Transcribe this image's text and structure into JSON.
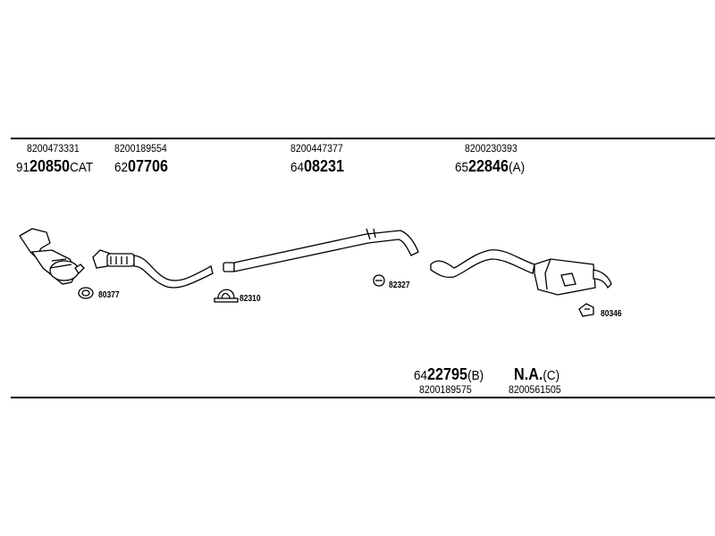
{
  "parts": [
    {
      "oem": "8200473331",
      "prefix": "91",
      "number": "20850",
      "suffix": "CAT"
    },
    {
      "oem": "8200189554",
      "prefix": "62",
      "number": "07706",
      "suffix": ""
    },
    {
      "oem": "8200447377",
      "prefix": "64",
      "number": "08231",
      "suffix": ""
    },
    {
      "oem": "8200230393",
      "prefix": "65",
      "number": "22846",
      "suffix": "(A)"
    },
    {
      "oem": "8200189575",
      "prefix": "64",
      "number": "22795",
      "suffix": "(B)"
    },
    {
      "oem": "8200561505",
      "prefix": "",
      "number": "N.A.",
      "suffix": "(C)"
    }
  ],
  "small_parts": [
    "80377",
    "82310",
    "82327",
    "80346"
  ]
}
